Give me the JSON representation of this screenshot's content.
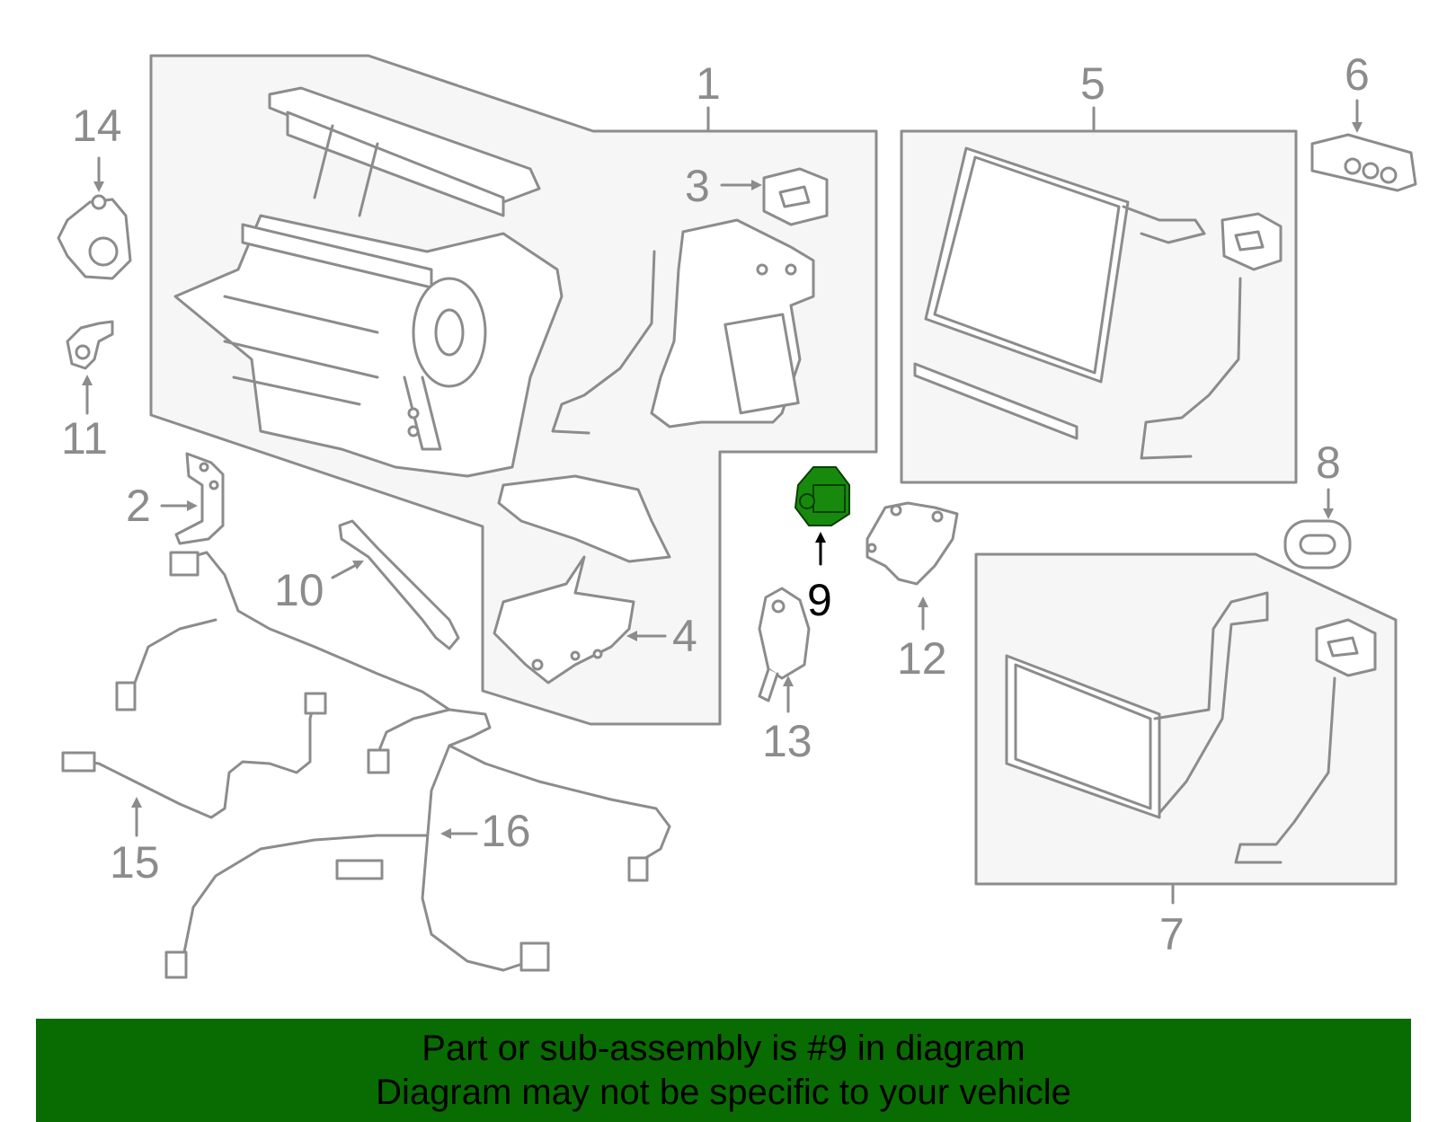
{
  "labels": {
    "l1": "1",
    "l2": "2",
    "l3": "3",
    "l4": "4",
    "l5": "5",
    "l6": "6",
    "l7": "7",
    "l8": "8",
    "l9": "9",
    "l10": "10",
    "l11": "11",
    "l12": "12",
    "l13": "13",
    "l14": "14",
    "l15": "15",
    "l16": "16"
  },
  "banner": {
    "line1": "Part or sub-assembly is #9 in diagram",
    "line2": "Diagram may not be specific to your vehicle"
  },
  "colors": {
    "line": "#8c8c8c",
    "panel": "#f6f6f6",
    "highlight_part": "#178a0e",
    "banner": "#096c02"
  }
}
